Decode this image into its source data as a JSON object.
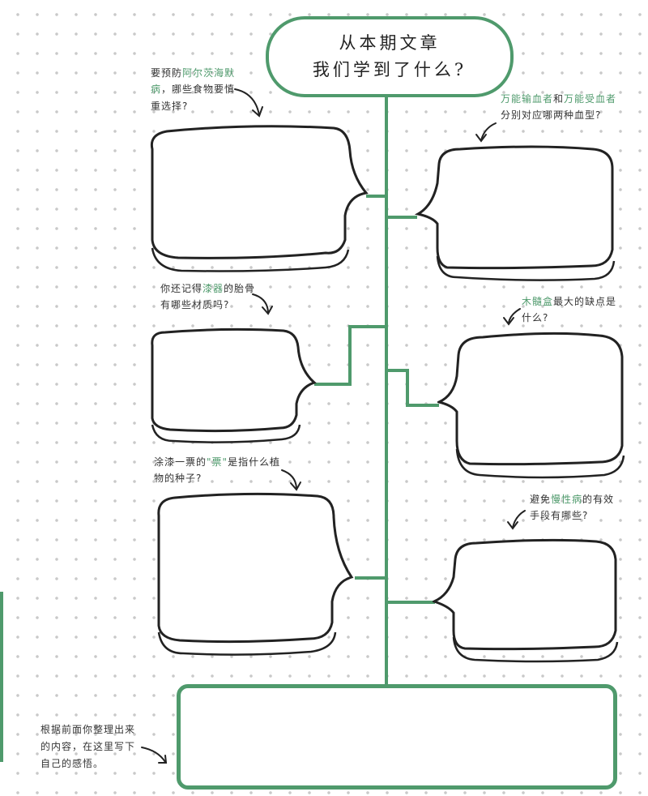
{
  "title": {
    "line1": "从本期文章",
    "line2": "我们学到了什么?"
  },
  "prompts": {
    "q1": {
      "pre": "要预防",
      "hl": "阿尔茨海默",
      "line2_hl": "病",
      "line2_post": "，哪些食物要慎",
      "line3": "重选择?"
    },
    "q2": {
      "hl1": "万能输血者",
      "mid": "和",
      "hl2": "万能受血者",
      "line2": "分别对应哪两种血型?"
    },
    "q3": {
      "pre": "你还记得",
      "hl": "漆器",
      "post": "的胎骨",
      "line2": "有哪些材质吗?"
    },
    "q4": {
      "hl": "木髓盒",
      "post": "最大的缺点是",
      "line2": "什么?"
    },
    "q5": {
      "pre": "涂漆一票的",
      "hl": "\"票\"",
      "post": "是指什么植",
      "line2": "物的种子?"
    },
    "q6": {
      "pre": "避免",
      "hl": "慢性病",
      "post": "的有效",
      "line2": "手段有哪些?"
    }
  },
  "note": {
    "line1": "根据前面你整理出来",
    "line2": "的内容，在这里写下",
    "line3": "自己的感悟。"
  },
  "colors": {
    "accent": "#4f9a6c",
    "ink": "#222222"
  }
}
